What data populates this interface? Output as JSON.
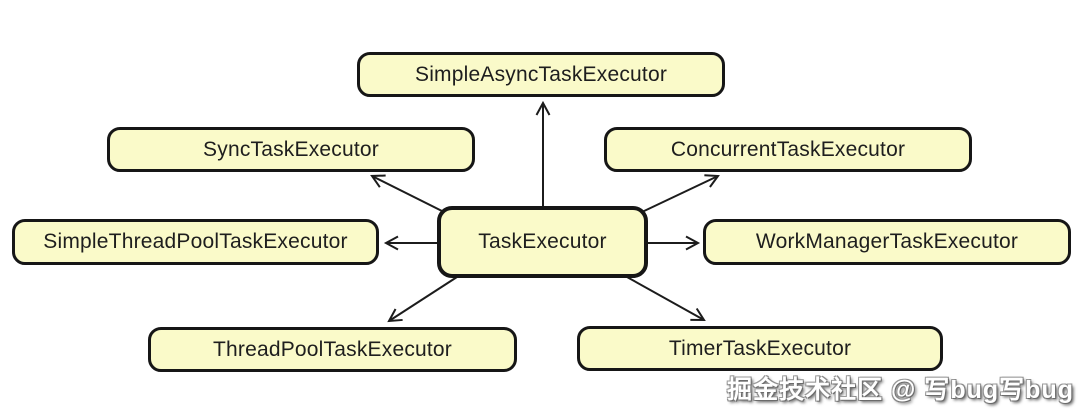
{
  "diagram": {
    "center": {
      "label": "TaskExecutor"
    },
    "nodes": [
      {
        "label": "SimpleAsyncTaskExecutor"
      },
      {
        "label": "SyncTaskExecutor"
      },
      {
        "label": "ConcurrentTaskExecutor"
      },
      {
        "label": "SimpleThreadPoolTaskExecutor"
      },
      {
        "label": "WorkManagerTaskExecutor"
      },
      {
        "label": "ThreadPoolTaskExecutor"
      },
      {
        "label": "TimerTaskExecutor"
      }
    ],
    "edges": [
      {
        "from": "TaskExecutor",
        "to": "SimpleAsyncTaskExecutor"
      },
      {
        "from": "TaskExecutor",
        "to": "SyncTaskExecutor"
      },
      {
        "from": "TaskExecutor",
        "to": "ConcurrentTaskExecutor"
      },
      {
        "from": "TaskExecutor",
        "to": "SimpleThreadPoolTaskExecutor"
      },
      {
        "from": "TaskExecutor",
        "to": "WorkManagerTaskExecutor"
      },
      {
        "from": "TaskExecutor",
        "to": "ThreadPoolTaskExecutor"
      },
      {
        "from": "TaskExecutor",
        "to": "TimerTaskExecutor"
      }
    ],
    "colors": {
      "node_fill": "#fafac9",
      "node_border": "#161616",
      "arrow": "#1c1c1c",
      "background": "#ffffff"
    }
  },
  "watermark": {
    "text": "掘金技术社区 @ 写bug写bug"
  }
}
